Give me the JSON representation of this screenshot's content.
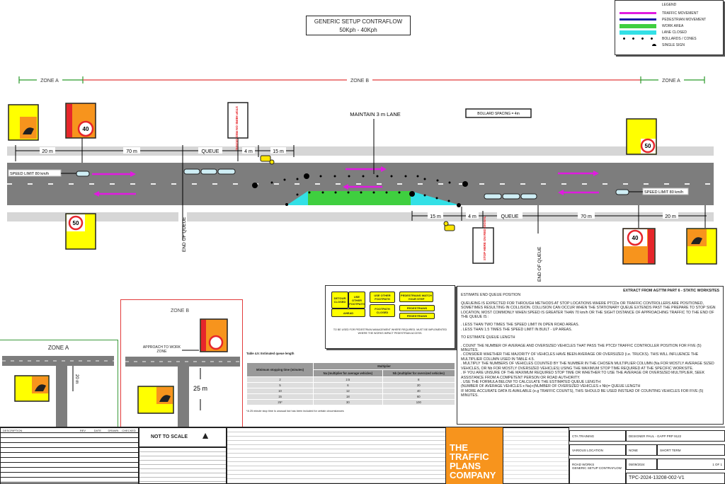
{
  "title": {
    "line1": "GENERIC SETUP CONTRAFLOW",
    "line2": "50Kph - 40Kph"
  },
  "legend": {
    "heading": "LEGEND",
    "items": [
      {
        "label": "TRAFFIC MOVEMENT",
        "color": "#e01be0"
      },
      {
        "label": "PEDESTRIAN MOVEMENT",
        "color": "#1a1aa8"
      },
      {
        "label": "WORK AREA",
        "color": "#3fcf3f"
      },
      {
        "label": "LANE CLOSED",
        "color": "#33e0e6"
      },
      {
        "label": "BOLLARDS / CONES",
        "color": "#000000"
      },
      {
        "label": "SINGLE SIGN",
        "color": "#000000"
      }
    ]
  },
  "zones": {
    "left": "ZONE A",
    "middle": "ZONE B",
    "right": "ZONE A"
  },
  "diagram": {
    "maintain_lane": "MAINTAIN 3 m LANE",
    "bollard_spacing": "BOLLARD SPACING = 4m",
    "speed_limit_left": "SPEED LIMIT 80 km/h",
    "speed_limit_right": "SPEED LIMIT 80 km/h",
    "end_of_queue": "END OF QUEUE",
    "top_dims": [
      "20 m",
      "70 m",
      "QUEUE",
      "4 m",
      "15 m"
    ],
    "bottom_dims": [
      "15 m",
      "4 m",
      "QUEUE",
      "70 m",
      "20 m"
    ],
    "speed_signs": {
      "left_top": "40",
      "left_bottom": "50",
      "right_top": "50",
      "right_bottom": "40"
    },
    "stop_here": "STOP HERE ON RED SIGNAL"
  },
  "insets": {
    "zone_a": {
      "title": "ZONE A",
      "dim": "20 m"
    },
    "zone_b": {
      "title": "ZONE B",
      "approach": "APPROACH TO WORK ZONE",
      "dim": "25 m"
    }
  },
  "sign_panel": {
    "signs": [
      "DETOUR CLOSED",
      "USE OTHER FOOTPATH",
      "AHEAD",
      "USE OTHER FOOTPATH",
      "FOOTPATH CLOSED",
      "PEDESTRIANS WATCH YOUR STEP",
      "PEDESTRIANS",
      "PEDESTRIANS"
    ],
    "note": "TO BE USED FOR PEDESTRIAN MANAGEMENT WHERE REQUIRED. MUST BE IMPLEMENTED WHERE THE WORKS IMPACT PEDESTRIAN ACCESS."
  },
  "table": {
    "caption": "Table 4.5:   Estimated queue length",
    "head_time": "Minimum stopping time (minutes)",
    "head_mult": "Multiplier",
    "head_na": "Na (multiplier for average vehicles)",
    "head_nb": "Nb (multiplier for oversized vehicles)",
    "rows": [
      [
        "2",
        "2.5",
        "8"
      ],
      [
        "5",
        "6",
        "20"
      ],
      [
        "10",
        "12",
        "40"
      ],
      [
        "15",
        "18",
        "60"
      ],
      [
        "25*",
        "30",
        "100"
      ]
    ],
    "footnote": "*A 25 minute stop time is unusual but has been included for certain circumstances"
  },
  "extract": {
    "heading": "EXTRACT FROM AGTTM PART 6 - STATIC WORKSITES",
    "sub1": "ESTIMATE END QUEUE POSITION",
    "para1": "QUEUEING IS EXPECTED FOR THROUGH METHODS AT STOP LOCATIONS WHERE PTCDs OR TRAFFIC CONTROLLERS ARE POSITIONED, SOMETIMES RESULTING IN COLLISION. COLLISION CAN OCCUR WHEN THE STATIONARY QUEUE EXTENDS PAST THE PREPARE TO STOP SIGN LOCATION, MOST COMMONLY WHEN SPEED IS GREATER THAN 70 km/h OR THE SIGHT DISTANCE OF APPROACHING TRAFFIC TO THE END OF THE QUEUE IS :",
    "bullets": [
      ". LESS THAN TWO TIMES THE SPEED LIMIT IN OPEN ROAD AREAS.",
      ". LESS THAN 1.5 TIMES THE SPEED LIMIT IN BUILT - UP AREAS."
    ],
    "sub2": "TO ESTIMATE QUEUE LENGTH",
    "steps": [
      ". COUNT THE NUMBER OF AVERAGE AND OVERSIZED VEHICLES THAT PASS THE PTCD/ TRAFFIC CONTROLLER POSITION FOR FIVE (5) MINUTES.",
      ". CONSIDER WHETHER THE MAJORITY OF VEHICLES HAVE BEEN AVERAGE OR OVERSIZED (i.e. TRUCKS). THIS WILL INFLUENCE THE MULTIPLIER COLUMN USED IN TABLE 4.5.",
      ". MULTIPLY THE NUMBERS OF VEHICLES COUNTED BY THE NUMBER IN THE CHOSEN MULTIPLIER COLUMN (Na FOR MOSTLY AVERAGE SIZED VEHICLES, OR Nb FOR MOSTLY OVERSIZED VEHICLES) USING THE MAXIMUM STOP TIME REQUIRED AT THE SPECIFIC WORKSITE.",
      ". IF YOU ARE UNSURE OF THE MAXIMUM REQUIRED STOP TIME OR WHETHER TO USE THE AVERAGE OR OVERSIZED MULTIPLIER, SEEK ASSISTANCE FROM A COMPETENT PERSON OR ROAD AUTHORITY.",
      ". USE THE FORMULA BELOW TO CALCULATE THE ESTIMATED QUEUE LENGTH:",
      "(NUMBER OF AVERAGE VEHICLES x Na)+(NUMBER OF OVERSIZED VEHICLES x Nb)= QUEUE LENGTH",
      "IF MORE ACCURATE DATA IS AVAILABLE (e.g TRAFFIC COUNTS), THIS SHOULD BE USED INSTEAD OF COUNTING VEHICLES FOR FIVE (5) MINUTES."
    ]
  },
  "title_block": {
    "rev_header": [
      "DESCRIPTION",
      "REV",
      "DATE",
      "DRAWN",
      "CHECKED"
    ],
    "not_to_scale": "NOT TO SCALE",
    "logo": [
      "THE",
      "TRAFFIC",
      "PLANS",
      "COMPANY"
    ],
    "client": "CTA TRAINING",
    "location": "VARIOUS LOCATION",
    "description1": "ROAD WORKS",
    "description2": "GENERIC SETUP CONTRAFLOW",
    "designer": "DESIGNER PAUL - GAPP PRP 9122",
    "scale": "NONE",
    "duration": "SHORT TERM",
    "date": "05/09/2024",
    "sheet": "1 OF 1",
    "drawing_no": "TPC-2024-13208-002-V1"
  }
}
